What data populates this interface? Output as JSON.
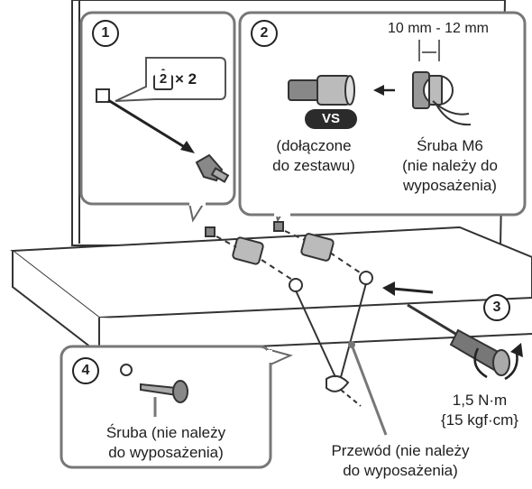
{
  "steps": {
    "s1": "1",
    "s2": "2",
    "s3": "3",
    "s4": "4"
  },
  "panel1": {
    "quantity_digit": "2",
    "quantity_text": "× 2"
  },
  "panel2": {
    "dimension": "10 mm - 12 mm",
    "vs_badge": "VS",
    "included_line1": "(dołączone",
    "included_line2": "do zestawu)",
    "screw_line1": "Śruba M6",
    "screw_line2": "(nie należy do",
    "screw_line3": "wyposażenia)"
  },
  "torque": {
    "line1": "1,5 N·m",
    "line2": "{15 kgf·cm}"
  },
  "panel4": {
    "line1": "Śruba (nie należy",
    "line2": "do wyposażenia)"
  },
  "cable": {
    "line1": "Przewód (nie należy",
    "line2": "do wyposażenia)"
  }
}
